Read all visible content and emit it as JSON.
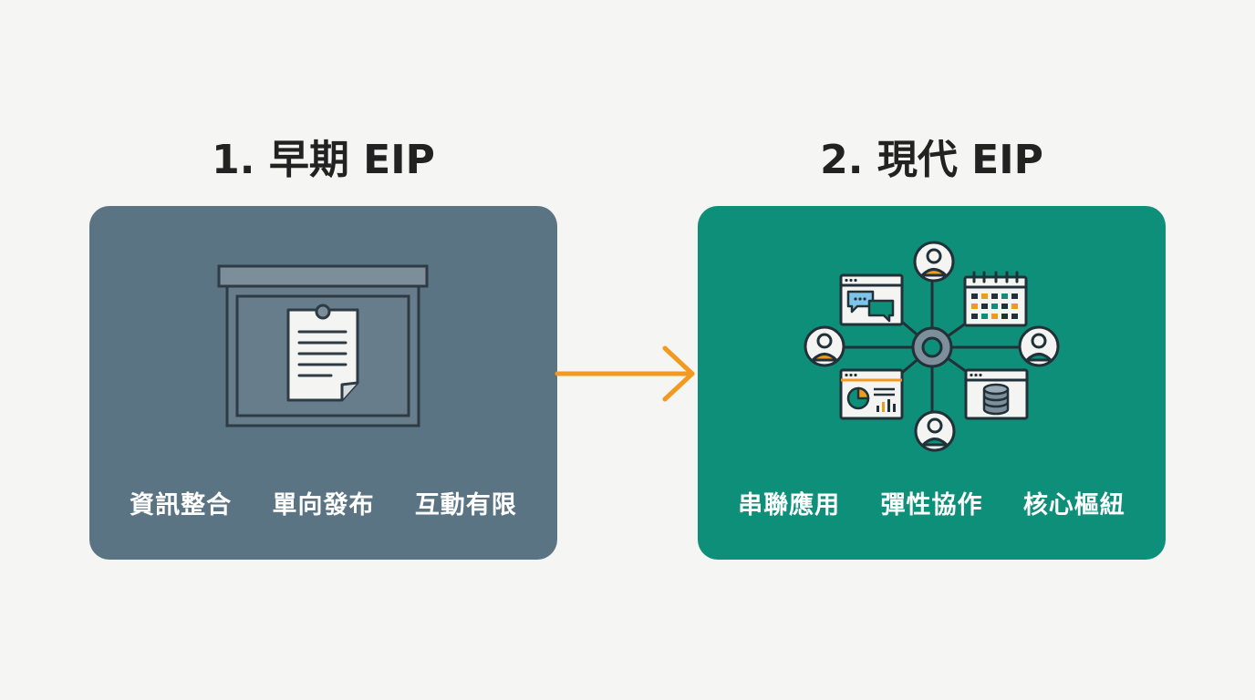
{
  "colors": {
    "background": "#f5f5f4",
    "early_panel": "#5b7484",
    "modern_panel": "#0e8f7a",
    "arrow": "#f29a1f",
    "title_text": "#222222"
  },
  "early": {
    "title": "1. 早期 EIP",
    "icon": "bulletin-board-document-icon",
    "features": [
      "資訊整合",
      "單向發布",
      "互動有限"
    ]
  },
  "modern": {
    "title": "2. 現代 EIP",
    "icon": "hub-network-icon",
    "features": [
      "串聯應用",
      "彈性協作",
      "核心樞紐"
    ]
  },
  "arrow": {
    "icon": "arrow-right-icon"
  }
}
